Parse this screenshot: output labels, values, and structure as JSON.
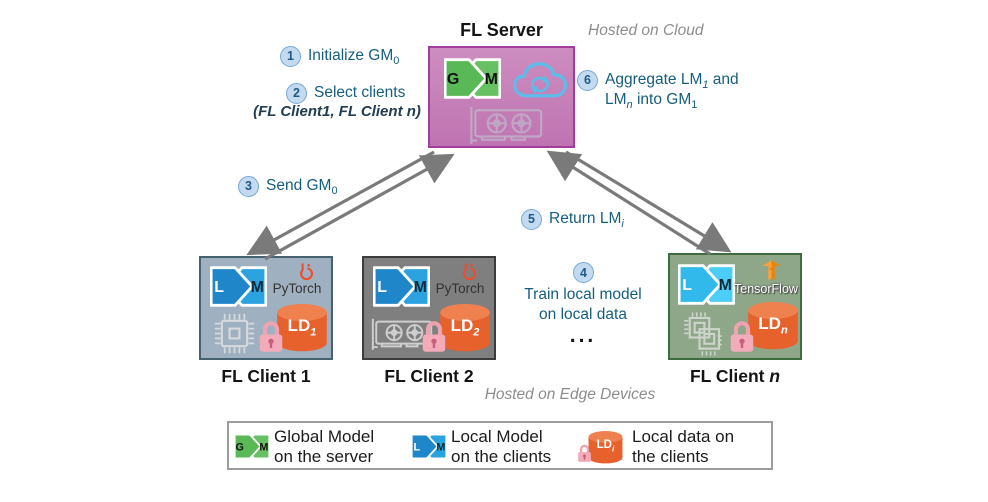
{
  "server": {
    "title": "FL Server",
    "hosted": "Hosted on Cloud",
    "model_left_letter": "G",
    "model_right_letter": "M"
  },
  "steps": {
    "s1": {
      "num": "1",
      "label": "Initialize GM",
      "sub": "0"
    },
    "s2": {
      "num": "2",
      "label": "Select clients",
      "note": "(FL Client1, FL Client n)"
    },
    "s3": {
      "num": "3",
      "label": "Send GM",
      "sub": "0"
    },
    "s4": {
      "num": "4",
      "line1": "Train local model",
      "line2": "on local data"
    },
    "s5": {
      "num": "5",
      "label": "Return LM",
      "sub": "i"
    },
    "s6": {
      "num": "6",
      "l1a": "Aggregate LM",
      "l1sub": "1",
      "l1b": " and",
      "l2a": "LM",
      "l2sub": "n",
      "l2b": " into GM",
      "l2sub2": "1"
    }
  },
  "ellipsis": "...",
  "clients": {
    "c1": {
      "label": "FL Client 1",
      "framework": "PyTorch",
      "lm_left": "L",
      "lm_right": "M",
      "ld": "LD",
      "ld_sub": "1"
    },
    "c2": {
      "label": "FL Client 2",
      "framework": "PyTorch",
      "lm_left": "L",
      "lm_right": "M",
      "ld": "LD",
      "ld_sub": "2"
    },
    "cn": {
      "label_pre": "FL Client ",
      "label_n": "n",
      "framework": "TensorFlow",
      "lm_left": "L",
      "lm_right": "M",
      "ld": "LD",
      "ld_sub": "n"
    }
  },
  "hosted_edge": "Hosted on Edge Devices",
  "legend": {
    "gm": {
      "line1": "Global Model",
      "line2": "on the server",
      "left": "G",
      "right": "M"
    },
    "lm": {
      "line1": "Local Model",
      "line2": "on the clients",
      "left": "L",
      "right": "M"
    },
    "ld": {
      "line1": "Local data on",
      "line2": "the clients",
      "label": "LD",
      "sub": "i"
    }
  },
  "colors": {
    "server_fill": "#c786ba",
    "server_border": "#a23d9d",
    "client1_fill": "#9fb0c0",
    "client1_border": "#46616f",
    "client2_fill": "#7f7f7f",
    "client2_border": "#3c3c3c",
    "clientn_fill": "#8fa789",
    "clientn_border": "#3f6b40",
    "step_text": "#155e7d",
    "badge_fill": "#c3daf0",
    "badge_border": "#74a9d8",
    "arrow_gray": "#7a7a7a",
    "gm_green": "#5ebd5c",
    "lm_blue": "#2496d3",
    "lm_cyan": "#3cc2ef",
    "cloud_blue": "#5bbde9",
    "data_orange": "#e7612d",
    "lock_pink": "#f3abba",
    "pytorch_orange": "#ee4c2c",
    "tf_orange": "#f9a13a"
  }
}
